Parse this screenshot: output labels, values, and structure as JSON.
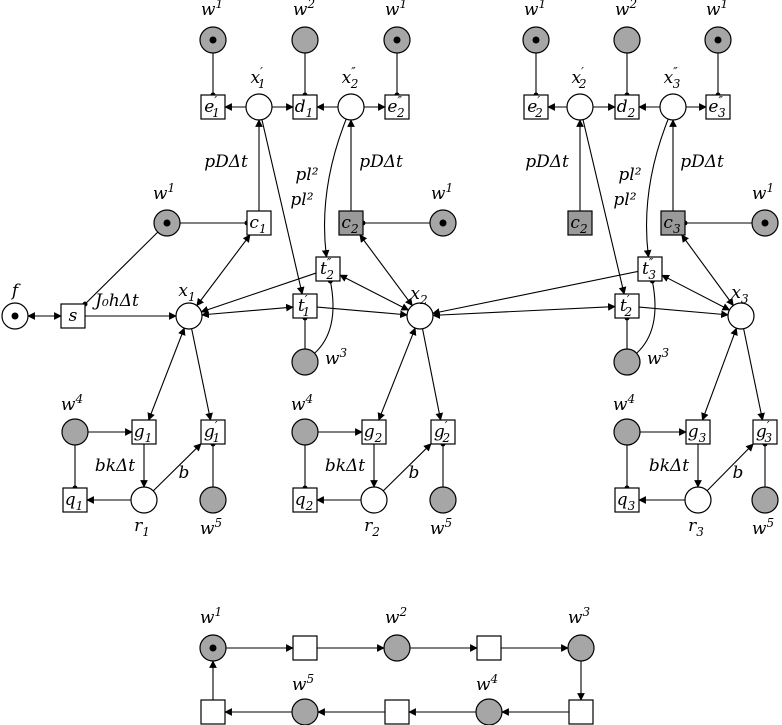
{
  "title": "",
  "places": {
    "f": {
      "label": "f",
      "marked": true,
      "gray": false
    },
    "x1": {
      "label": "x",
      "sub": "1"
    },
    "x2": {
      "label": "x",
      "sub": "2"
    },
    "x3": {
      "label": "x",
      "sub": "3"
    },
    "xp1": {
      "label": "x",
      "sub": "1",
      "prime": "′"
    },
    "xpp2": {
      "label": "x",
      "sub": "2",
      "prime": "″"
    },
    "xp2": {
      "label": "x",
      "sub": "2",
      "prime": "′"
    },
    "xpp3": {
      "label": "x",
      "sub": "3",
      "prime": "″"
    },
    "r1": {
      "label": "r",
      "sub": "1"
    },
    "r2": {
      "label": "r",
      "sub": "2"
    },
    "r3": {
      "label": "r",
      "sub": "3"
    }
  },
  "resource_places": [
    {
      "id": "wa1",
      "name": "w",
      "sup": "1",
      "marked": true
    },
    {
      "id": "wa2",
      "name": "w",
      "sup": "2",
      "marked": false
    },
    {
      "id": "wa3",
      "name": "w",
      "sup": "1",
      "marked": true
    },
    {
      "id": "wb1",
      "name": "w",
      "sup": "1",
      "marked": true
    },
    {
      "id": "wb2",
      "name": "w",
      "sup": "2",
      "marked": false
    },
    {
      "id": "wb3",
      "name": "w",
      "sup": "1",
      "marked": true
    },
    {
      "id": "wc1",
      "name": "w",
      "sup": "1",
      "marked": true
    },
    {
      "id": "wd1",
      "name": "w",
      "sup": "1",
      "marked": true
    },
    {
      "id": "w3a",
      "name": "w",
      "sup": "3",
      "marked": false
    },
    {
      "id": "w3b",
      "name": "w",
      "sup": "3",
      "marked": false
    },
    {
      "id": "w4a",
      "name": "w",
      "sup": "4",
      "marked": false
    },
    {
      "id": "w4b",
      "name": "w",
      "sup": "4",
      "marked": false
    },
    {
      "id": "w4c",
      "name": "w",
      "sup": "4",
      "marked": false
    },
    {
      "id": "w5a",
      "name": "w",
      "sup": "5",
      "marked": false
    },
    {
      "id": "w5b",
      "name": "w",
      "sup": "5",
      "marked": false
    },
    {
      "id": "w5c",
      "name": "w",
      "sup": "5",
      "marked": false
    }
  ],
  "transitions": {
    "s": "s",
    "e1p": {
      "t": "e",
      "sub": "1",
      "prime": "′"
    },
    "d1": {
      "t": "d",
      "sub": "1"
    },
    "e2pp": {
      "t": "e",
      "sub": "2",
      "prime": "″"
    },
    "e2p": {
      "t": "e",
      "sub": "2",
      "prime": "′"
    },
    "d2": {
      "t": "d",
      "sub": "2"
    },
    "e3pp": {
      "t": "e",
      "sub": "3",
      "prime": "″"
    },
    "c1": {
      "t": "c",
      "sub": "1"
    },
    "c2": {
      "t": "c",
      "sub": "2"
    },
    "c2b": {
      "t": "c",
      "sub": "2"
    },
    "c3": {
      "t": "c",
      "sub": "3"
    },
    "t2pp": {
      "t": "t",
      "sub": "2",
      "prime": "″"
    },
    "t3pp": {
      "t": "t",
      "sub": "3",
      "prime": "″"
    },
    "t1p": {
      "t": "t",
      "sub": "1",
      "prime": "′"
    },
    "t2p": {
      "t": "t",
      "sub": "2",
      "prime": "′"
    },
    "g1": {
      "t": "g",
      "sub": "1"
    },
    "g1p": {
      "t": "g",
      "sub": "1",
      "prime": "′"
    },
    "g2": {
      "t": "g",
      "sub": "2"
    },
    "g2p": {
      "t": "g",
      "sub": "2",
      "prime": "′"
    },
    "g3": {
      "t": "g",
      "sub": "3"
    },
    "g3p": {
      "t": "g",
      "sub": "3",
      "prime": "′"
    },
    "q1": {
      "t": "q",
      "sub": "1"
    },
    "q2": {
      "t": "q",
      "sub": "2"
    },
    "q3": {
      "t": "q",
      "sub": "3"
    }
  },
  "arc_labels": {
    "J0hdt": "J₀hΔt",
    "pDdt": "pDΔt",
    "pl2": "pl²",
    "bkdt": "bkΔt",
    "b": "b"
  },
  "cycle": {
    "places": [
      {
        "name": "w",
        "sup": "1",
        "marked": true
      },
      {
        "name": "w",
        "sup": "2",
        "marked": false
      },
      {
        "name": "w",
        "sup": "3",
        "marked": false
      },
      {
        "name": "w",
        "sup": "4",
        "marked": false
      },
      {
        "name": "w",
        "sup": "5",
        "marked": false
      }
    ]
  },
  "colors": {
    "gray_place": "#a6a6a6",
    "gray_transition": "#9a9a9a",
    "stroke": "#000000"
  }
}
